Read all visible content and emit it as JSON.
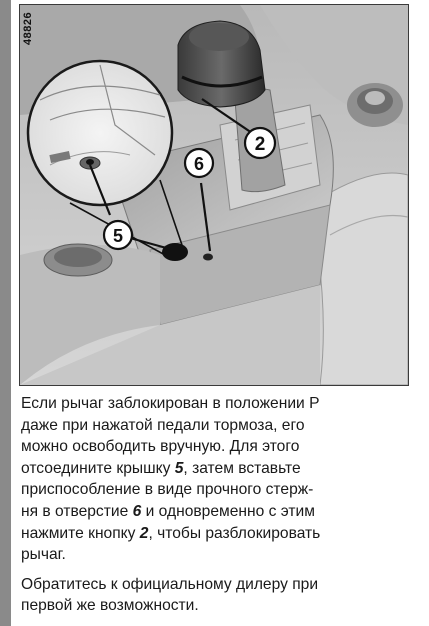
{
  "figure": {
    "id": "48826",
    "callouts": [
      "2",
      "6",
      "5"
    ]
  },
  "text": {
    "para1": {
      "l1": "Если рычаг заблокирован в положении P",
      "l2": "даже при нажатой педали тормоза, его",
      "l3": "можно освободить вручную. Для этого",
      "l4a": "отсоедините крышку ",
      "ref5": "5",
      "l4b": ", затем вставьте",
      "l5": "приспособление в виде прочного стерж-",
      "l6a": "ня в отверстие ",
      "ref6": "6",
      "l6b": " и одновременно с этим",
      "l7a": "нажмите кнопку ",
      "ref2": "2",
      "l7b": ", чтобы разблокировать",
      "l8": "рычаг."
    },
    "para2": {
      "l1": "Обратитесь к официальному дилеру при",
      "l2": "первой же возможности."
    }
  }
}
